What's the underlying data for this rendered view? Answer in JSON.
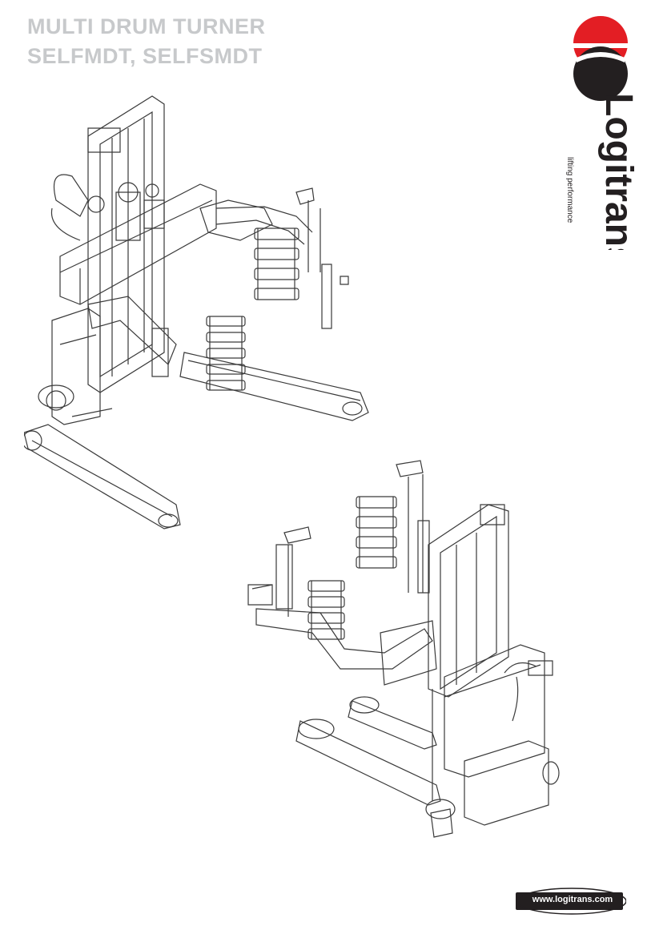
{
  "document": {
    "title_line1": "MULTI DRUM TURNER",
    "title_line2": "SELFMDT, SELFSMDT",
    "title_color": "#c7c9cb"
  },
  "brand": {
    "name": "Logitrans",
    "tagline": "lifting performance",
    "logo_colors": {
      "red": "#e31e24",
      "black": "#231f20"
    },
    "website": "www.logitrans.com"
  },
  "illustrations": [
    {
      "name": "multi-drum-turner-view-front",
      "icon": "line-drawing"
    },
    {
      "name": "multi-drum-turner-view-rear",
      "icon": "line-drawing"
    }
  ]
}
